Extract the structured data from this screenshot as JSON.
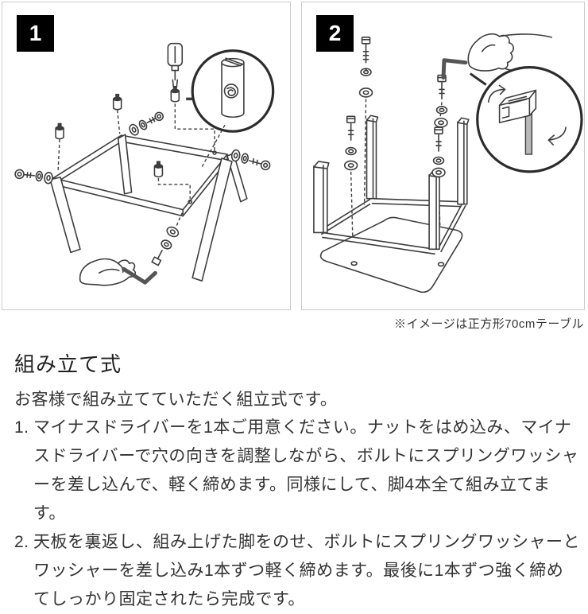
{
  "panels": [
    {
      "number": "1"
    },
    {
      "number": "2"
    }
  ],
  "caption": "※イメージは正方形70cmテーブル",
  "section": {
    "heading": "組み立て式",
    "intro": "お客様で組み立てていただく組立式です。",
    "steps": [
      {
        "num": "1.",
        "text": "マイナスドライバーを1本ご用意ください。ナットをはめ込み、マイナスドライバーで穴の向きを調整しながら、ボルトにスプリングワッシャーを差し込んで、軽く締めます。同様にして、脚4本全て組み立てます。"
      },
      {
        "num": "2.",
        "text": "天板を裏返し、組み上げた脚をのせ、ボルトにスプリングワッシャーとワッシャーを差し込み1本ずつ軽く締めます。最後に1本ずつ強く締めてしっかり固定されたら完成です。"
      }
    ]
  },
  "colors": {
    "line": "#3d3d3d",
    "panel_border": "#cccccc",
    "badge_bg": "#000000",
    "badge_text": "#ffffff",
    "text": "#333333"
  }
}
